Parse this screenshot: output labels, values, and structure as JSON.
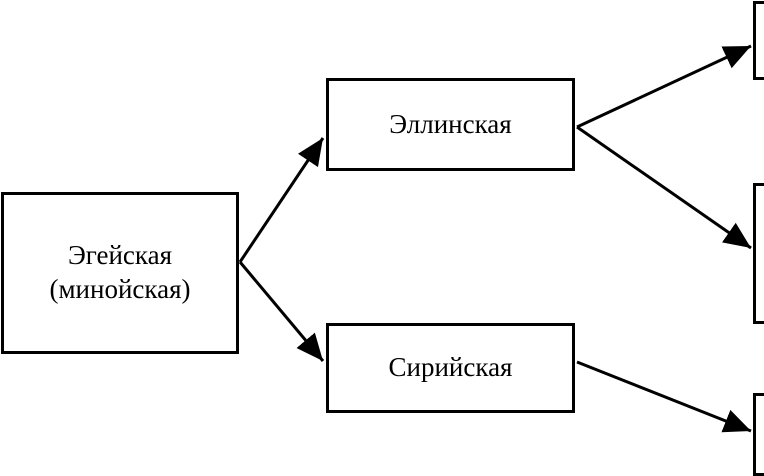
{
  "diagram": {
    "nodes": {
      "aegean": {
        "label_line1": "Эгейская",
        "label_line2": "(минойская)"
      },
      "hellenic": {
        "label": "Эллинская"
      },
      "syriac": {
        "label": "Сирийская"
      },
      "top_right": {
        "label": ""
      },
      "middle_right": {
        "label": ""
      },
      "bottom_right": {
        "label": ""
      }
    },
    "edges": [
      {
        "from": "aegean",
        "to": "hellenic"
      },
      {
        "from": "aegean",
        "to": "syriac"
      },
      {
        "from": "hellenic",
        "to": "top_right"
      },
      {
        "from": "hellenic",
        "to": "middle_right"
      },
      {
        "from": "syriac",
        "to": "bottom_right"
      }
    ],
    "colors": {
      "stroke": "#000000",
      "background": "#ffffff"
    }
  }
}
